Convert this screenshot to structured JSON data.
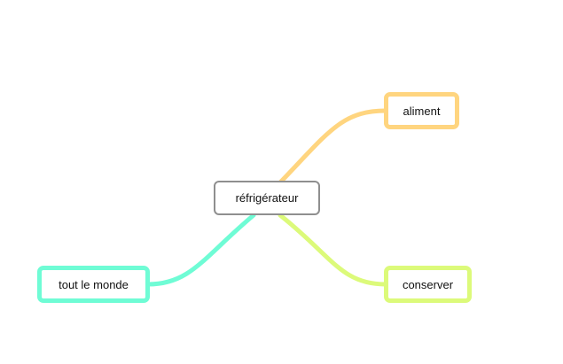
{
  "mindmap": {
    "central": {
      "label": "réfrigérateur",
      "border_color": "#8f8f8f"
    },
    "branches": [
      {
        "id": "aliment",
        "label": "aliment",
        "color": "#ffd57f"
      },
      {
        "id": "conserver",
        "label": "conserver",
        "color": "#dcfa7a"
      },
      {
        "id": "tout",
        "label": "tout le monde",
        "color": "#6ffcd5"
      }
    ]
  }
}
